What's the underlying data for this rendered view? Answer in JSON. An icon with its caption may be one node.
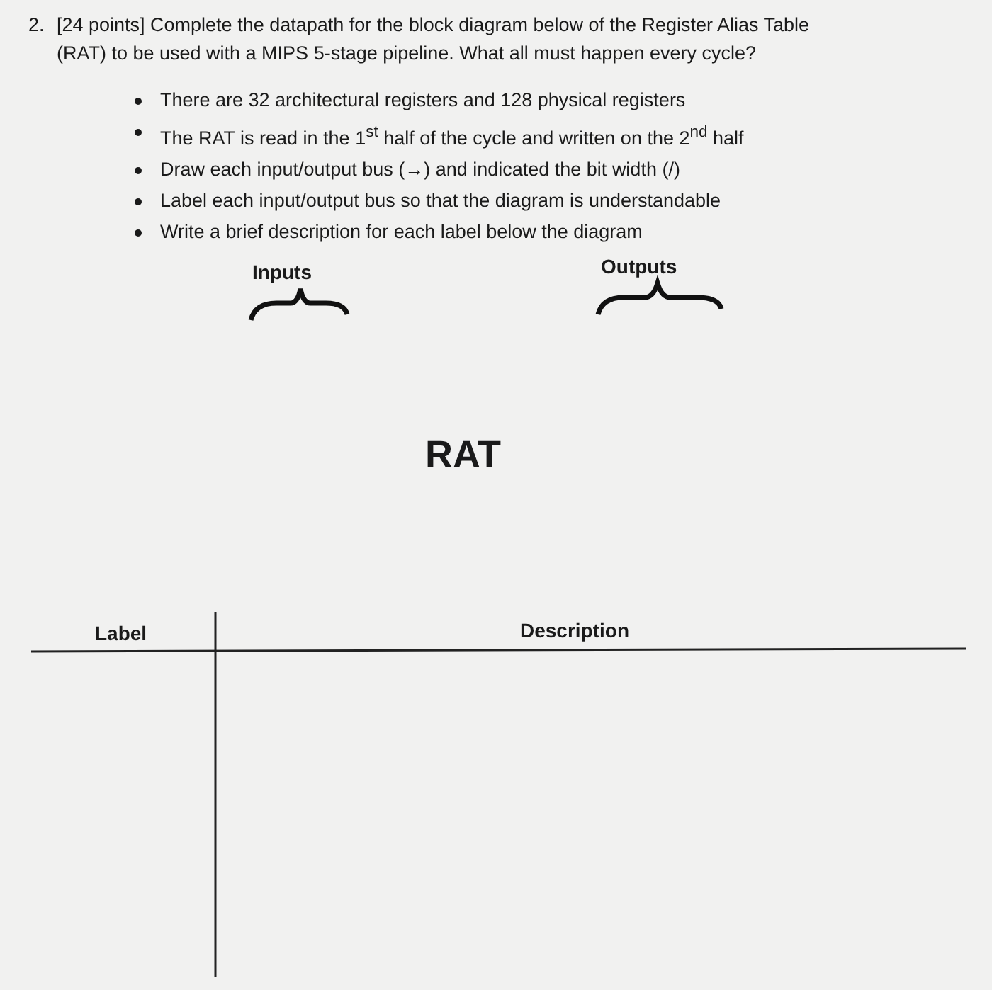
{
  "diagram": {
    "labels": [
      "2.",
      "[24 points] Complete the datapath for the block diagram below of the Register Alias Table (RAT) to be used with a MIPS 5-stage pipeline. What all must happen every cycle?",
      "There are 32 architectural registers and 128 physical registers",
      "The RAT is read in the 1$^{st}$ half of the cycle and written on the 2$^{nd}$ half",
      "Draw each input/output bus (→) and indicated the bit width (/)",
      "Label each input/output bus so that the diagram is understandable",
      "Write a brief description for each label below the diagram",
      "Inputs",
      "Outputs",
      "RAT",
      "Label",
      "Description"
    ]
  }
}
